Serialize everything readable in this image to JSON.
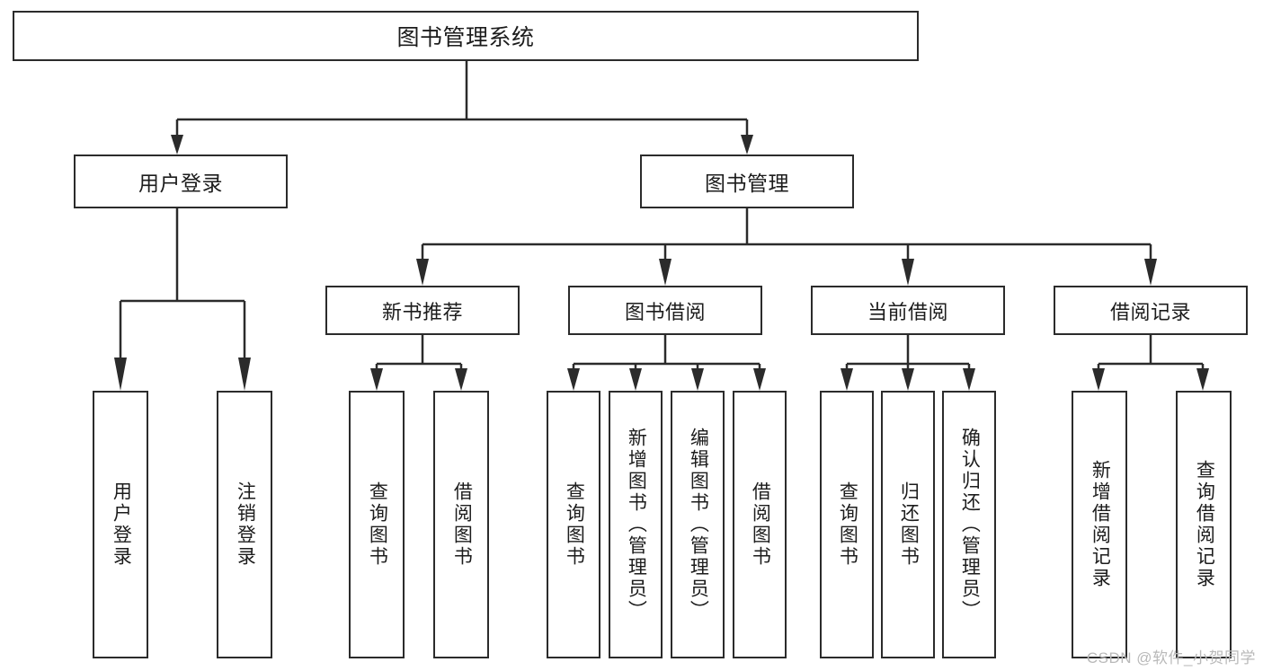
{
  "diagram": {
    "title_box": {
      "label": "图书管理系统"
    },
    "level2": [
      {
        "label": "用户登录"
      },
      {
        "label": "图书管理"
      }
    ],
    "level3": [
      {
        "label": "新书推荐"
      },
      {
        "label": "图书借阅"
      },
      {
        "label": "当前借阅"
      },
      {
        "label": "借阅记录"
      }
    ],
    "leaves": {
      "user_login": [
        {
          "label": "用户登录"
        },
        {
          "label": "注销登录"
        }
      ],
      "new_book_recommend": [
        {
          "label": "查询图书"
        },
        {
          "label": "借阅图书"
        }
      ],
      "book_borrow": [
        {
          "label": "查询图书"
        },
        {
          "label": "新增图书（管理员）"
        },
        {
          "label": "编辑图书（管理员）"
        },
        {
          "label": "借阅图书"
        }
      ],
      "current_borrow": [
        {
          "label": "查询图书"
        },
        {
          "label": "归还图书"
        },
        {
          "label": "确认归还（管理员）"
        }
      ],
      "borrow_records": [
        {
          "label": "新增借阅记录"
        },
        {
          "label": "查询借阅记录"
        }
      ]
    }
  },
  "watermark": {
    "text": "CSDN @软件_小贺同学"
  },
  "colors": {
    "stroke": "#2b2b2b",
    "background": "#ffffff",
    "text": "#1c1c1c",
    "watermark": "#b9b9b9"
  }
}
